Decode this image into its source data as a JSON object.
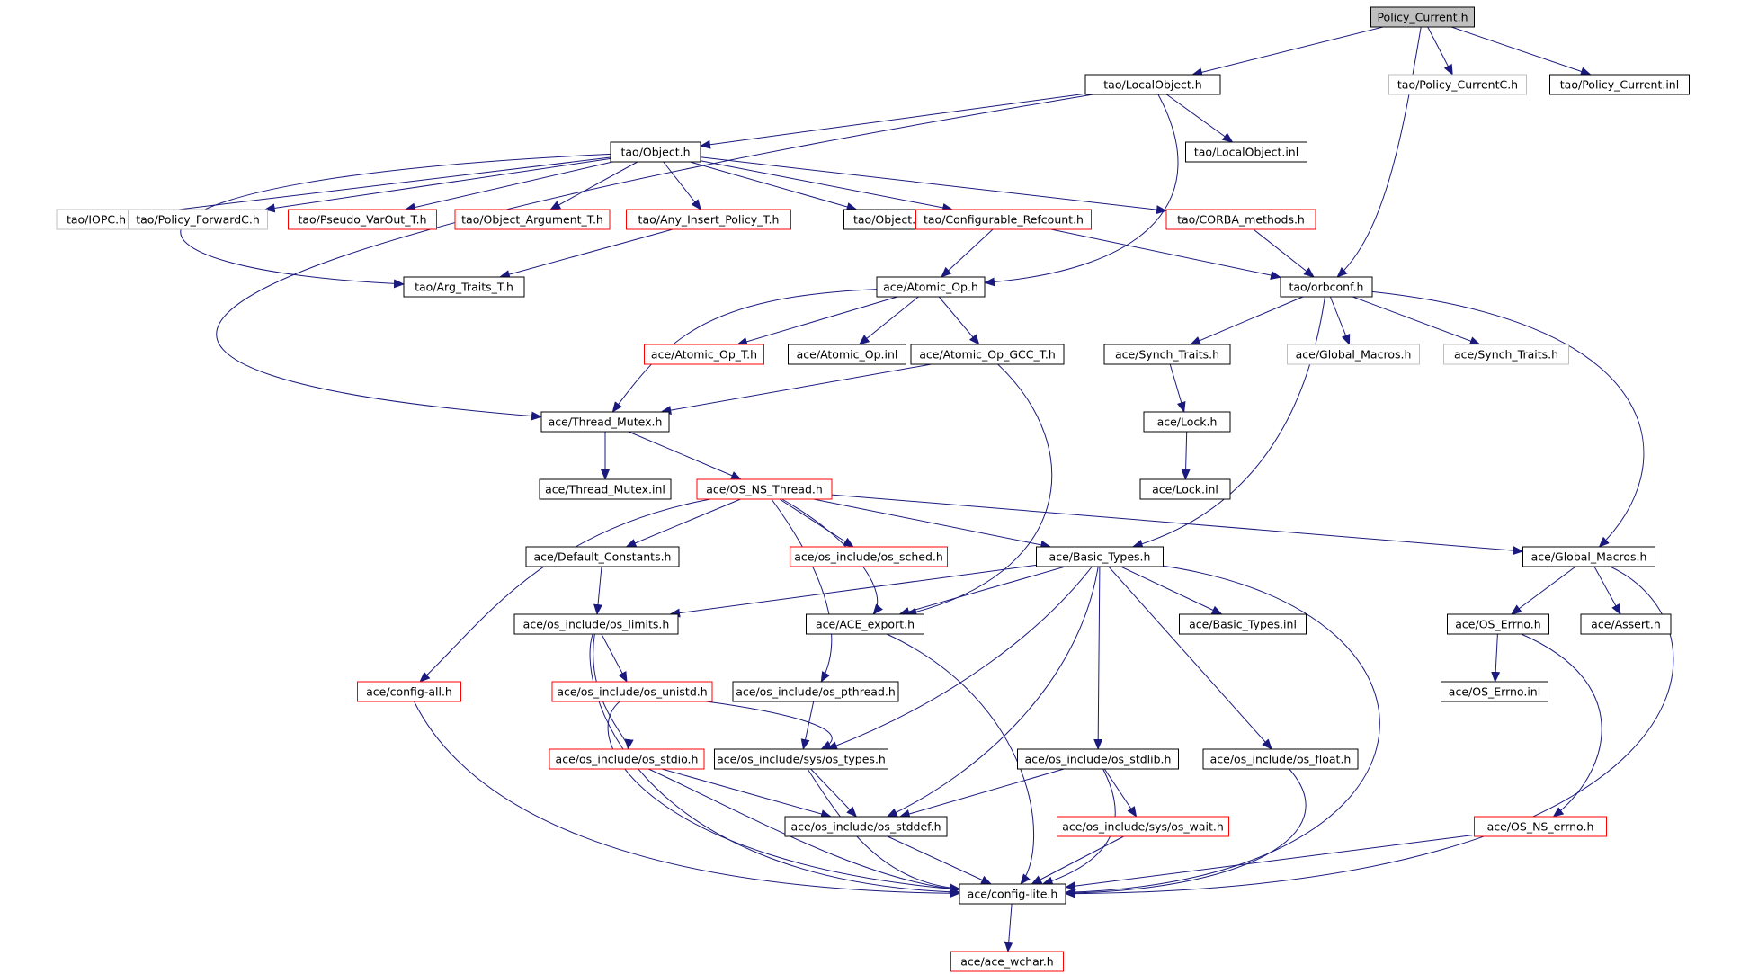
{
  "colors": {
    "edge": "#1a1a7e",
    "border_normal": "#000000",
    "border_truncated": "#ff0000",
    "border_external": "#bfbfbf",
    "root_fill": "#bfbfbf",
    "text": "#000000"
  },
  "nodes": [
    {
      "id": "policy_current_h",
      "label": "Policy_Current.h",
      "style": "root"
    },
    {
      "id": "tao_localobject_h",
      "label": "tao/LocalObject.h",
      "style": "normal"
    },
    {
      "id": "tao_policy_currentc_h",
      "label": "tao/Policy_CurrentC.h",
      "style": "external"
    },
    {
      "id": "tao_policy_current_inl",
      "label": "tao/Policy_Current.inl",
      "style": "normal"
    },
    {
      "id": "tao_object_h",
      "label": "tao/Object.h",
      "style": "normal"
    },
    {
      "id": "tao_localobject_inl",
      "label": "tao/LocalObject.inl",
      "style": "normal"
    },
    {
      "id": "tao_iopc_h",
      "label": "tao/IOPC.h",
      "style": "external"
    },
    {
      "id": "tao_policy_forwardc_h",
      "label": "tao/Policy_ForwardC.h",
      "style": "external"
    },
    {
      "id": "tao_pseudo_varout_t_h",
      "label": "tao/Pseudo_VarOut_T.h",
      "style": "truncated"
    },
    {
      "id": "tao_object_argument_t_h",
      "label": "tao/Object_Argument_T.h",
      "style": "truncated"
    },
    {
      "id": "tao_any_insert_policy_t_h",
      "label": "tao/Any_Insert_Policy_T.h",
      "style": "truncated"
    },
    {
      "id": "tao_object_inl",
      "label": "tao/Object.inl",
      "style": "normal"
    },
    {
      "id": "tao_configurable_refcount_h",
      "label": "tao/Configurable_Refcount.h",
      "style": "truncated"
    },
    {
      "id": "tao_corba_methods_h",
      "label": "tao/CORBA_methods.h",
      "style": "truncated"
    },
    {
      "id": "tao_arg_traits_t_h",
      "label": "tao/Arg_Traits_T.h",
      "style": "normal"
    },
    {
      "id": "ace_atomic_op_h",
      "label": "ace/Atomic_Op.h",
      "style": "normal"
    },
    {
      "id": "tao_orbconf_h",
      "label": "tao/orbconf.h",
      "style": "normal"
    },
    {
      "id": "ace_atomic_op_t_h",
      "label": "ace/Atomic_Op_T.h",
      "style": "truncated"
    },
    {
      "id": "ace_atomic_op_inl",
      "label": "ace/Atomic_Op.inl",
      "style": "normal"
    },
    {
      "id": "ace_atomic_op_gcc_t_h",
      "label": "ace/Atomic_Op_GCC_T.h",
      "style": "normal"
    },
    {
      "id": "ace_synch_traits_h_1",
      "label": "ace/Synch_Traits.h",
      "style": "normal"
    },
    {
      "id": "ace_global_macros_h_ext",
      "label": "ace/Global_Macros.h",
      "style": "external"
    },
    {
      "id": "ace_synch_traits_h_ext",
      "label": "ace/Synch_Traits.h",
      "style": "external"
    },
    {
      "id": "ace_thread_mutex_h",
      "label": "ace/Thread_Mutex.h",
      "style": "normal"
    },
    {
      "id": "ace_lock_h",
      "label": "ace/Lock.h",
      "style": "normal"
    },
    {
      "id": "ace_thread_mutex_inl",
      "label": "ace/Thread_Mutex.inl",
      "style": "normal"
    },
    {
      "id": "ace_os_ns_thread_h",
      "label": "ace/OS_NS_Thread.h",
      "style": "truncated"
    },
    {
      "id": "ace_lock_inl",
      "label": "ace/Lock.inl",
      "style": "normal"
    },
    {
      "id": "ace_default_constants_h",
      "label": "ace/Default_Constants.h",
      "style": "normal"
    },
    {
      "id": "ace_os_include_os_sched_h",
      "label": "ace/os_include/os_sched.h",
      "style": "truncated"
    },
    {
      "id": "ace_basic_types_h",
      "label": "ace/Basic_Types.h",
      "style": "normal"
    },
    {
      "id": "ace_global_macros_h",
      "label": "ace/Global_Macros.h",
      "style": "normal"
    },
    {
      "id": "ace_os_include_os_limits_h",
      "label": "ace/os_include/os_limits.h",
      "style": "normal"
    },
    {
      "id": "ace_ace_export_h",
      "label": "ace/ACE_export.h",
      "style": "normal"
    },
    {
      "id": "ace_basic_types_inl",
      "label": "ace/Basic_Types.inl",
      "style": "normal"
    },
    {
      "id": "ace_os_errno_h",
      "label": "ace/OS_Errno.h",
      "style": "normal"
    },
    {
      "id": "ace_assert_h",
      "label": "ace/Assert.h",
      "style": "normal"
    },
    {
      "id": "ace_config_all_h",
      "label": "ace/config-all.h",
      "style": "truncated"
    },
    {
      "id": "ace_os_include_os_unistd_h",
      "label": "ace/os_include/os_unistd.h",
      "style": "truncated"
    },
    {
      "id": "ace_os_include_os_pthread_h",
      "label": "ace/os_include/os_pthread.h",
      "style": "normal"
    },
    {
      "id": "ace_os_errno_inl",
      "label": "ace/OS_Errno.inl",
      "style": "normal"
    },
    {
      "id": "ace_os_include_os_stdio_h",
      "label": "ace/os_include/os_stdio.h",
      "style": "truncated"
    },
    {
      "id": "ace_os_include_sys_os_types_h",
      "label": "ace/os_include/sys/os_types.h",
      "style": "normal"
    },
    {
      "id": "ace_os_include_os_stdlib_h",
      "label": "ace/os_include/os_stdlib.h",
      "style": "normal"
    },
    {
      "id": "ace_os_include_os_float_h",
      "label": "ace/os_include/os_float.h",
      "style": "normal"
    },
    {
      "id": "ace_os_include_os_stddef_h",
      "label": "ace/os_include/os_stddef.h",
      "style": "normal"
    },
    {
      "id": "ace_os_include_sys_os_wait_h",
      "label": "ace/os_include/sys/os_wait.h",
      "style": "truncated"
    },
    {
      "id": "ace_os_ns_errno_h",
      "label": "ace/OS_NS_errno.h",
      "style": "truncated"
    },
    {
      "id": "ace_config_lite_h",
      "label": "ace/config-lite.h",
      "style": "normal"
    },
    {
      "id": "ace_ace_wchar_h",
      "label": "ace/ace_wchar.h",
      "style": "truncated"
    }
  ],
  "edges": [
    [
      "policy_current_h",
      "tao_localobject_h"
    ],
    [
      "policy_current_h",
      "tao_policy_currentc_h"
    ],
    [
      "policy_current_h",
      "tao_policy_current_inl"
    ],
    [
      "policy_current_h",
      "tao_orbconf_h"
    ],
    [
      "tao_localobject_h",
      "tao_object_h"
    ],
    [
      "tao_localobject_h",
      "tao_localobject_inl"
    ],
    [
      "tao_localobject_h",
      "ace_atomic_op_h"
    ],
    [
      "tao_localobject_h",
      "ace_thread_mutex_h"
    ],
    [
      "tao_object_h",
      "tao_iopc_h"
    ],
    [
      "tao_object_h",
      "tao_policy_forwardc_h"
    ],
    [
      "tao_object_h",
      "tao_pseudo_varout_t_h"
    ],
    [
      "tao_object_h",
      "tao_object_argument_t_h"
    ],
    [
      "tao_object_h",
      "tao_any_insert_policy_t_h"
    ],
    [
      "tao_object_h",
      "tao_object_inl"
    ],
    [
      "tao_object_h",
      "tao_configurable_refcount_h"
    ],
    [
      "tao_object_h",
      "tao_corba_methods_h"
    ],
    [
      "tao_object_h",
      "tao_arg_traits_t_h"
    ],
    [
      "tao_any_insert_policy_t_h",
      "tao_arg_traits_t_h"
    ],
    [
      "tao_configurable_refcount_h",
      "ace_atomic_op_h"
    ],
    [
      "tao_configurable_refcount_h",
      "tao_orbconf_h"
    ],
    [
      "tao_corba_methods_h",
      "tao_orbconf_h"
    ],
    [
      "ace_atomic_op_h",
      "ace_atomic_op_t_h"
    ],
    [
      "ace_atomic_op_h",
      "ace_atomic_op_inl"
    ],
    [
      "ace_atomic_op_h",
      "ace_atomic_op_gcc_t_h"
    ],
    [
      "ace_atomic_op_h",
      "ace_thread_mutex_h"
    ],
    [
      "ace_atomic_op_gcc_t_h",
      "ace_thread_mutex_h"
    ],
    [
      "ace_atomic_op_gcc_t_h",
      "ace_ace_export_h"
    ],
    [
      "tao_orbconf_h",
      "ace_synch_traits_h_1"
    ],
    [
      "tao_orbconf_h",
      "ace_global_macros_h_ext"
    ],
    [
      "tao_orbconf_h",
      "ace_synch_traits_h_ext"
    ],
    [
      "tao_orbconf_h",
      "ace_basic_types_h"
    ],
    [
      "tao_orbconf_h",
      "ace_global_macros_h"
    ],
    [
      "ace_synch_traits_h_1",
      "ace_lock_h"
    ],
    [
      "ace_lock_h",
      "ace_lock_inl"
    ],
    [
      "ace_thread_mutex_h",
      "ace_thread_mutex_inl"
    ],
    [
      "ace_thread_mutex_h",
      "ace_os_ns_thread_h"
    ],
    [
      "ace_os_ns_thread_h",
      "ace_default_constants_h"
    ],
    [
      "ace_os_ns_thread_h",
      "ace_os_include_os_sched_h"
    ],
    [
      "ace_os_ns_thread_h",
      "ace_basic_types_h"
    ],
    [
      "ace_os_ns_thread_h",
      "ace_global_macros_h"
    ],
    [
      "ace_os_ns_thread_h",
      "ace_ace_export_h"
    ],
    [
      "ace_os_ns_thread_h",
      "ace_config_all_h"
    ],
    [
      "ace_os_ns_thread_h",
      "ace_os_include_os_pthread_h"
    ],
    [
      "ace_default_constants_h",
      "ace_os_include_os_limits_h"
    ],
    [
      "ace_basic_types_h",
      "ace_os_include_os_limits_h"
    ],
    [
      "ace_basic_types_h",
      "ace_ace_export_h"
    ],
    [
      "ace_basic_types_h",
      "ace_basic_types_inl"
    ],
    [
      "ace_basic_types_h",
      "ace_os_include_sys_os_types_h"
    ],
    [
      "ace_basic_types_h",
      "ace_os_include_os_stdlib_h"
    ],
    [
      "ace_basic_types_h",
      "ace_os_include_os_float_h"
    ],
    [
      "ace_basic_types_h",
      "ace_os_include_os_stddef_h"
    ],
    [
      "ace_basic_types_h",
      "ace_config_lite_h"
    ],
    [
      "ace_global_macros_h",
      "ace_os_errno_h"
    ],
    [
      "ace_global_macros_h",
      "ace_assert_h"
    ],
    [
      "ace_global_macros_h",
      "ace_config_lite_h"
    ],
    [
      "ace_os_include_os_limits_h",
      "ace_os_include_os_unistd_h"
    ],
    [
      "ace_os_include_os_limits_h",
      "ace_os_include_os_stdio_h"
    ],
    [
      "ace_os_include_os_limits_h",
      "ace_config_lite_h"
    ],
    [
      "ace_ace_export_h",
      "ace_config_lite_h"
    ],
    [
      "ace_os_errno_h",
      "ace_os_errno_inl"
    ],
    [
      "ace_os_errno_h",
      "ace_os_ns_errno_h"
    ],
    [
      "ace_config_all_h",
      "ace_config_lite_h"
    ],
    [
      "ace_os_include_os_unistd_h",
      "ace_os_include_sys_os_types_h"
    ],
    [
      "ace_os_include_os_unistd_h",
      "ace_config_lite_h"
    ],
    [
      "ace_os_include_os_pthread_h",
      "ace_os_include_sys_os_types_h"
    ],
    [
      "ace_os_include_os_stdio_h",
      "ace_os_include_os_stddef_h"
    ],
    [
      "ace_os_include_os_stdio_h",
      "ace_config_lite_h"
    ],
    [
      "ace_os_include_sys_os_types_h",
      "ace_os_include_os_stddef_h"
    ],
    [
      "ace_os_include_sys_os_types_h",
      "ace_config_lite_h"
    ],
    [
      "ace_os_include_os_stdlib_h",
      "ace_os_include_os_stddef_h"
    ],
    [
      "ace_os_include_os_stdlib_h",
      "ace_os_include_sys_os_wait_h"
    ],
    [
      "ace_os_include_os_stdlib_h",
      "ace_config_lite_h"
    ],
    [
      "ace_os_include_os_float_h",
      "ace_config_lite_h"
    ],
    [
      "ace_os_include_os_stddef_h",
      "ace_config_lite_h"
    ],
    [
      "ace_os_include_sys_os_wait_h",
      "ace_config_lite_h"
    ],
    [
      "ace_os_ns_errno_h",
      "ace_config_lite_h"
    ],
    [
      "ace_config_lite_h",
      "ace_ace_wchar_h"
    ]
  ]
}
